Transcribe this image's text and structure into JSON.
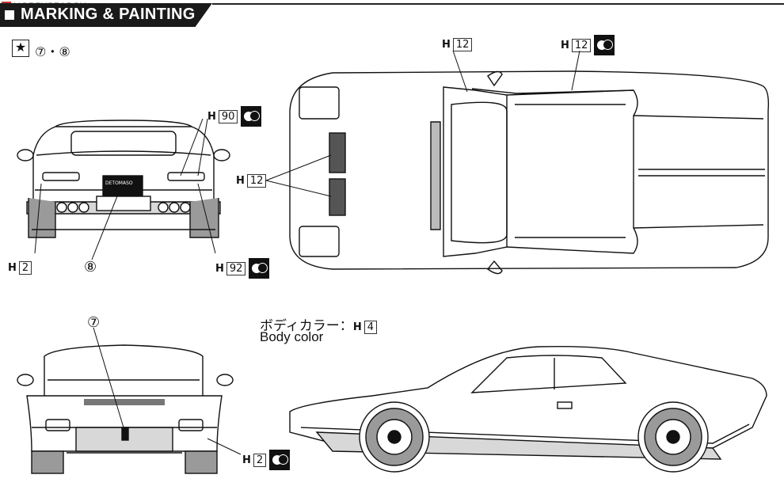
{
  "watermark": "HOBBYSEARCH",
  "header": {
    "title": "MARKING & PAINTING"
  },
  "decals": {
    "star": "★",
    "numbers": "⑦・⑧"
  },
  "callouts": {
    "h12_top": {
      "letter": "H",
      "num": "12"
    },
    "h12_top_right": {
      "letter": "H",
      "num": "12"
    },
    "h90": {
      "letter": "H",
      "num": "90"
    },
    "h12_mid": {
      "letter": "H",
      "num": "12"
    },
    "h2_rear": {
      "letter": "H",
      "num": "2"
    },
    "h92": {
      "letter": "H",
      "num": "92"
    },
    "h2_front": {
      "letter": "H",
      "num": "2"
    },
    "body_h4": {
      "letter": "H",
      "num": "4"
    }
  },
  "decal_marks": {
    "eight": "⑧",
    "seven": "⑦"
  },
  "body_color": {
    "jp": "ボディカラー：",
    "en": "Body color"
  },
  "plate_text": "DETOMASO",
  "colors": {
    "ink": "#111111",
    "header_bg": "#1a1a1a",
    "paint": "#d8d8d8",
    "tire": "#9a9a9a"
  }
}
